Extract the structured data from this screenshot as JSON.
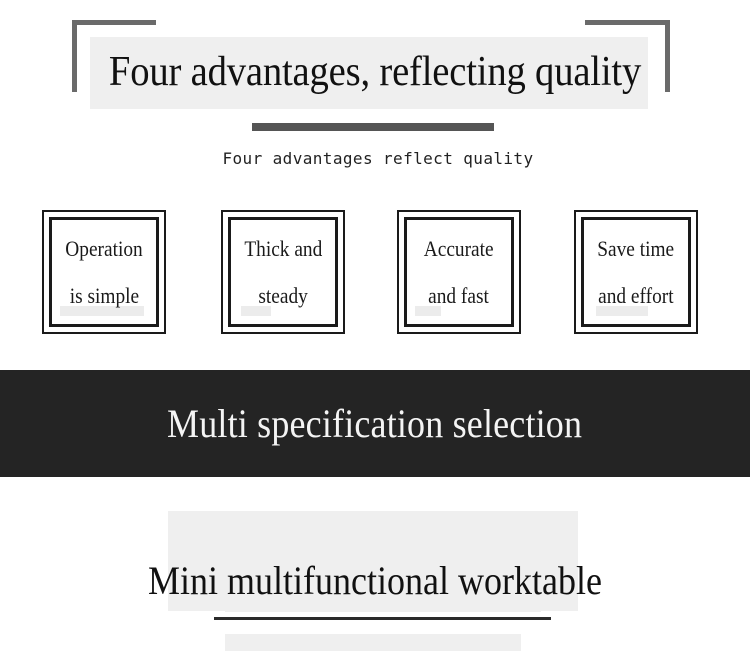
{
  "header": {
    "title": "Four advantages, reflecting quality",
    "subtitle": "Four advantages reflect quality"
  },
  "features": [
    {
      "line1": "Operation",
      "line2": "is simple"
    },
    {
      "line1": "Thick and",
      "line2": "steady"
    },
    {
      "line1": "Accurate",
      "line2": "and fast"
    },
    {
      "line1": "Save time",
      "line2": "and effort"
    }
  ],
  "banner": {
    "text": "Multi specification selection"
  },
  "product": {
    "title": "Mini multifunctional worktable"
  },
  "colors": {
    "banner_background": "#242424",
    "banner_text": "#f4f4f4",
    "accent_bar": "#555555",
    "bracket": "#6a6a6a"
  }
}
